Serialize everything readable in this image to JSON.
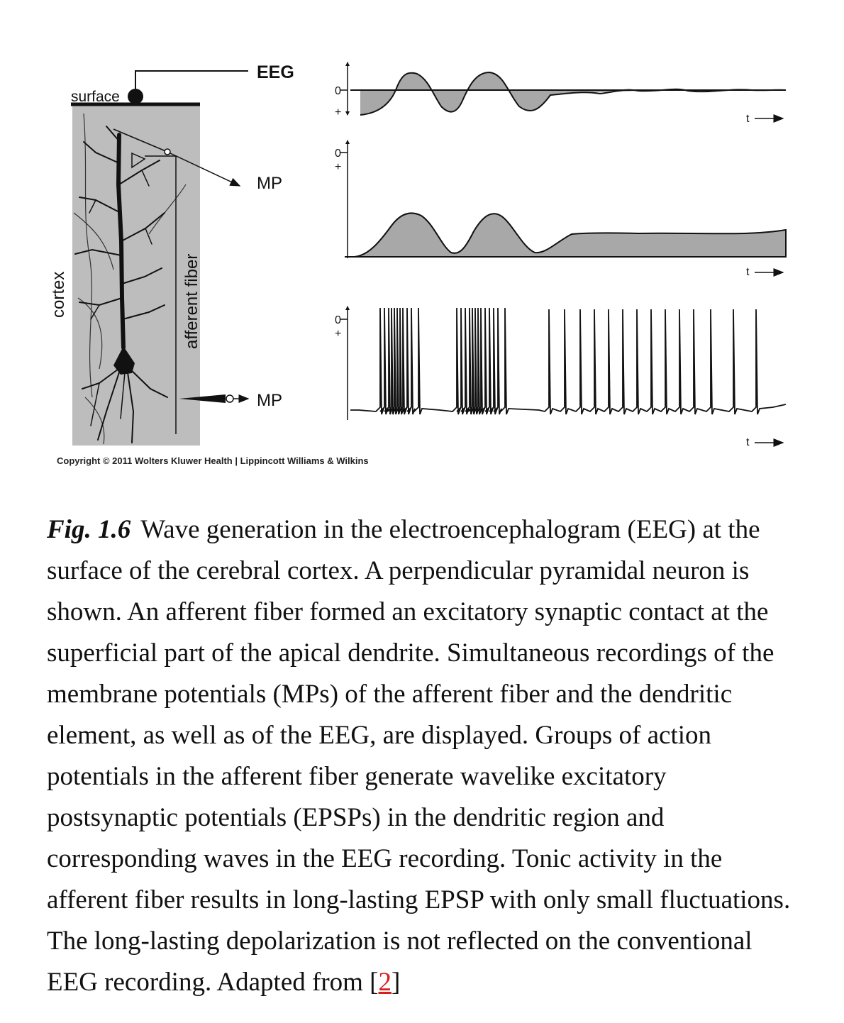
{
  "figure": {
    "labels": {
      "eeg": "EEG",
      "surface": "surface",
      "cortex": "cortex",
      "afferent_fiber": "afferent fiber",
      "mp_top": "MP",
      "mp_bottom": "MP",
      "time_axis": "t",
      "zero": "0",
      "minus": "-",
      "plus": "+"
    },
    "copyright": "Copyright © 2011 Wolters Kluwer Health | Lippincott Williams & Wilkins"
  },
  "caption": {
    "label": "Fig. 1.6",
    "text": "Wave generation in the electroencephalogram (EEG) at the surface of the cerebral cortex. A perpendicular pyramidal neuron is shown. An afferent fiber formed an excitatory synaptic contact at the superficial part of the apical dendrite. Simultaneous recordings of the membrane potentials (MPs) of the afferent fiber and the dendritic element, as well as of the EEG, are displayed. Groups of action potentials in the afferent fiber generate wavelike excitatory postsynaptic potentials (EPSPs) in the dendritic region and corresponding waves in the EEG recording. Tonic activity in the afferent fiber results in long-lasting EPSP with only small fluctuations. The long-lasting depolarization is not reflected on the conventional EEG recording. Adapted from [",
    "ref": "2",
    "suffix": "]"
  },
  "colors": {
    "ink": "#111111",
    "cortex_fill": "#bdbdbd",
    "wave_fill": "#a8a8a8",
    "ref_link": "#d8201a"
  },
  "icons": [
    "neuron-icon",
    "electrode-icon",
    "arrow-icon"
  ]
}
